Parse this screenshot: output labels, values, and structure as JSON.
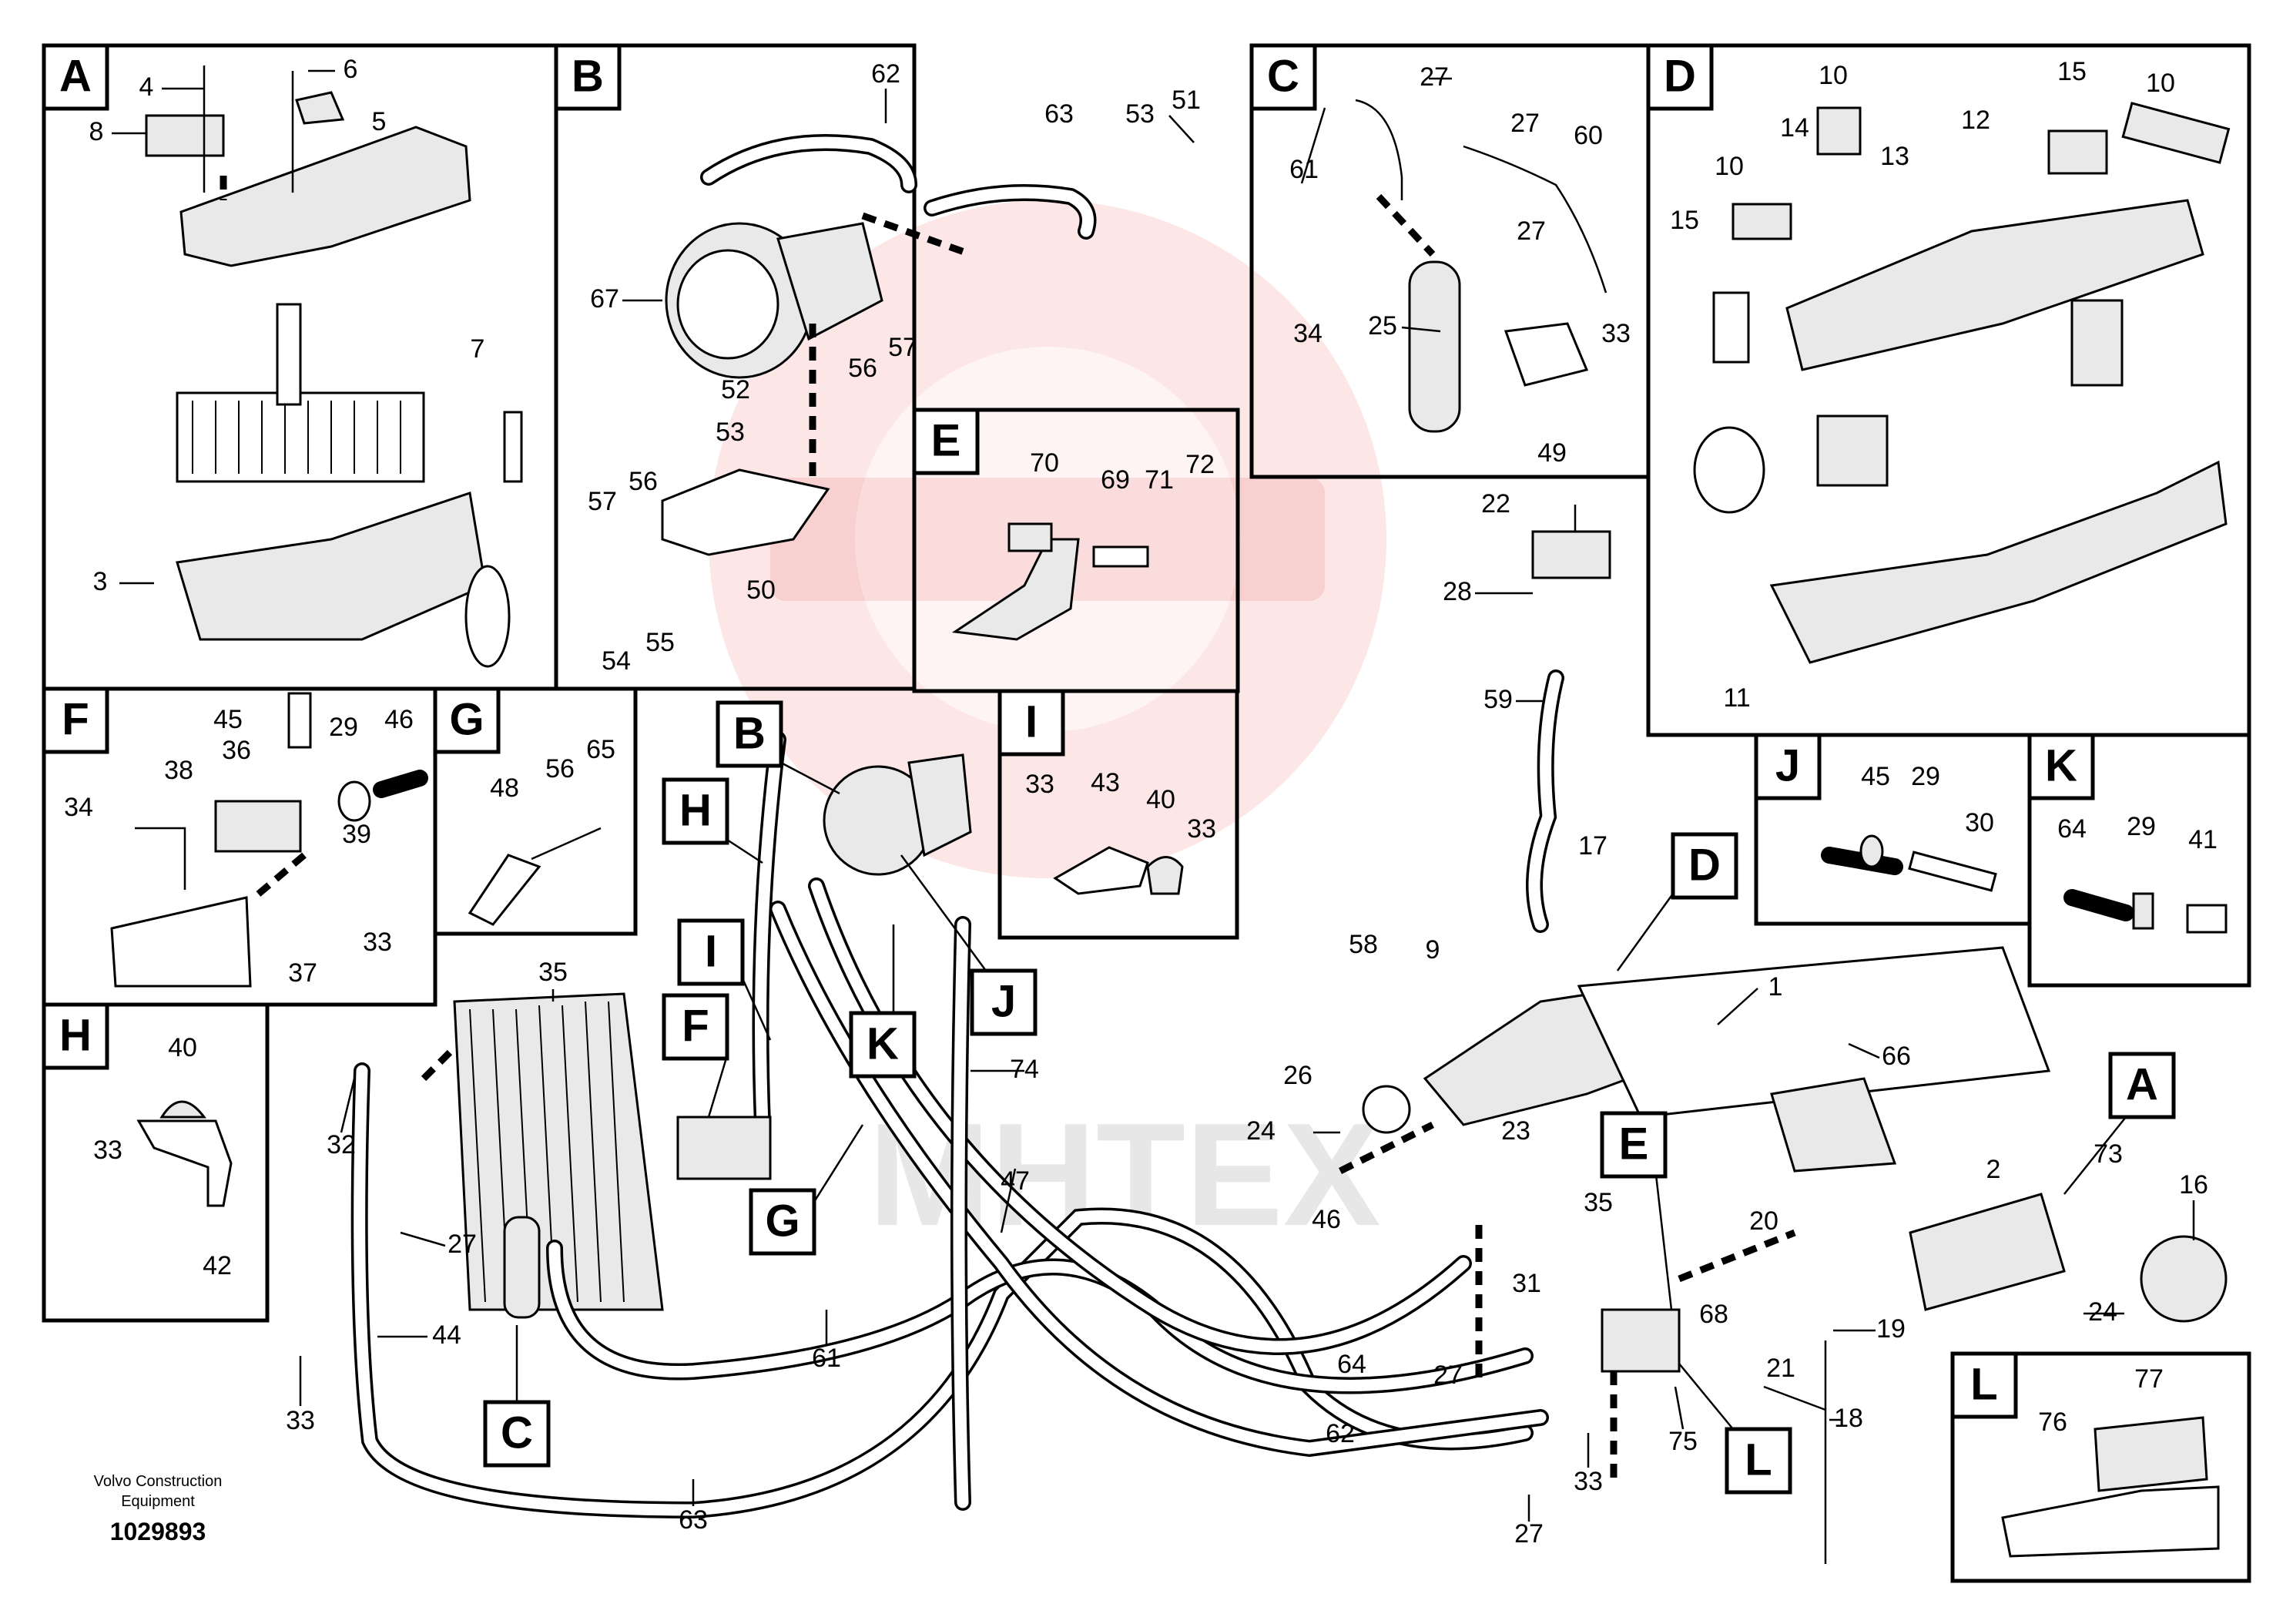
{
  "panels": [
    {
      "id": "A",
      "letter": "A",
      "numbers": [
        "4",
        "6",
        "5",
        "8",
        "7",
        "3"
      ]
    },
    {
      "id": "B",
      "letter": "B",
      "numbers": [
        "62",
        "63",
        "53",
        "51",
        "67",
        "56",
        "57",
        "52",
        "53",
        "57",
        "56",
        "50",
        "54",
        "55"
      ]
    },
    {
      "id": "C",
      "letter": "C",
      "numbers": [
        "27",
        "27",
        "60",
        "61",
        "27",
        "25",
        "33",
        "34",
        "49"
      ]
    },
    {
      "id": "D",
      "letter": "D",
      "numbers": [
        "10",
        "15",
        "10",
        "14",
        "12",
        "10",
        "13",
        "15",
        "11"
      ]
    },
    {
      "id": "E",
      "letter": "E",
      "numbers": [
        "70",
        "69",
        "71",
        "72"
      ]
    },
    {
      "id": "F",
      "letter": "F",
      "numbers": [
        "45",
        "29",
        "46",
        "36",
        "38",
        "34",
        "39",
        "37",
        "33"
      ]
    },
    {
      "id": "G",
      "letter": "G",
      "numbers": [
        "48",
        "56",
        "65"
      ]
    },
    {
      "id": "H",
      "letter": "H",
      "numbers": [
        "40",
        "33",
        "42"
      ]
    },
    {
      "id": "I",
      "letter": "I",
      "numbers": [
        "33",
        "43",
        "40",
        "33"
      ]
    },
    {
      "id": "J",
      "letter": "J",
      "numbers": [
        "45",
        "29",
        "30"
      ]
    },
    {
      "id": "K",
      "letter": "K",
      "numbers": [
        "64",
        "29",
        "41"
      ]
    },
    {
      "id": "L",
      "letter": "L",
      "numbers": [
        "77",
        "76"
      ]
    }
  ],
  "main": {
    "callouts": [
      "B",
      "H",
      "I",
      "F",
      "G",
      "K",
      "J",
      "C",
      "D",
      "A",
      "E",
      "L"
    ],
    "numbers": [
      "22",
      "28",
      "59",
      "17",
      "1",
      "66",
      "58",
      "9",
      "26",
      "24",
      "2",
      "73",
      "16",
      "24",
      "23",
      "35",
      "20",
      "31",
      "68",
      "19",
      "21",
      "18",
      "27",
      "33",
      "75",
      "27",
      "46",
      "64",
      "62",
      "47",
      "74",
      "35",
      "32",
      "27",
      "44",
      "33",
      "61",
      "63"
    ]
  },
  "watermark": "MHTEX",
  "footer": {
    "company_line1": "Volvo Construction",
    "company_line2": "Equipment",
    "drawing_number": "1029893"
  }
}
